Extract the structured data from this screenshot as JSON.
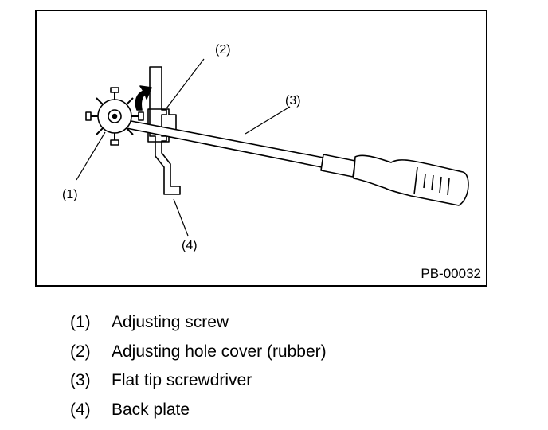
{
  "figure": {
    "code": "PB-00032",
    "callouts": [
      "(1)",
      "(2)",
      "(3)",
      "(4)"
    ]
  },
  "legend": [
    {
      "num": "(1)",
      "label": "Adjusting screw"
    },
    {
      "num": "(2)",
      "label": "Adjusting hole cover (rubber)"
    },
    {
      "num": "(3)",
      "label": "Flat tip screwdriver"
    },
    {
      "num": "(4)",
      "label": "Back plate"
    }
  ]
}
